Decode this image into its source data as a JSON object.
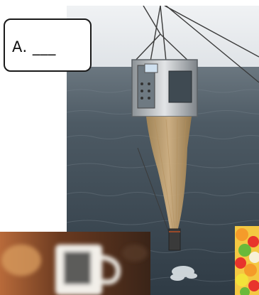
{
  "label_box": {
    "text": "A. ___"
  },
  "images": {
    "main": "ocean-sampling-net-photo",
    "mug": "blurred-coffee-mug-photo",
    "candy": "gummy-candy-photo"
  },
  "colors": {
    "sea": "#3d4a55",
    "sky": "#e6e9ec",
    "net": "#c9a574",
    "frame": "#d9d9d9"
  }
}
